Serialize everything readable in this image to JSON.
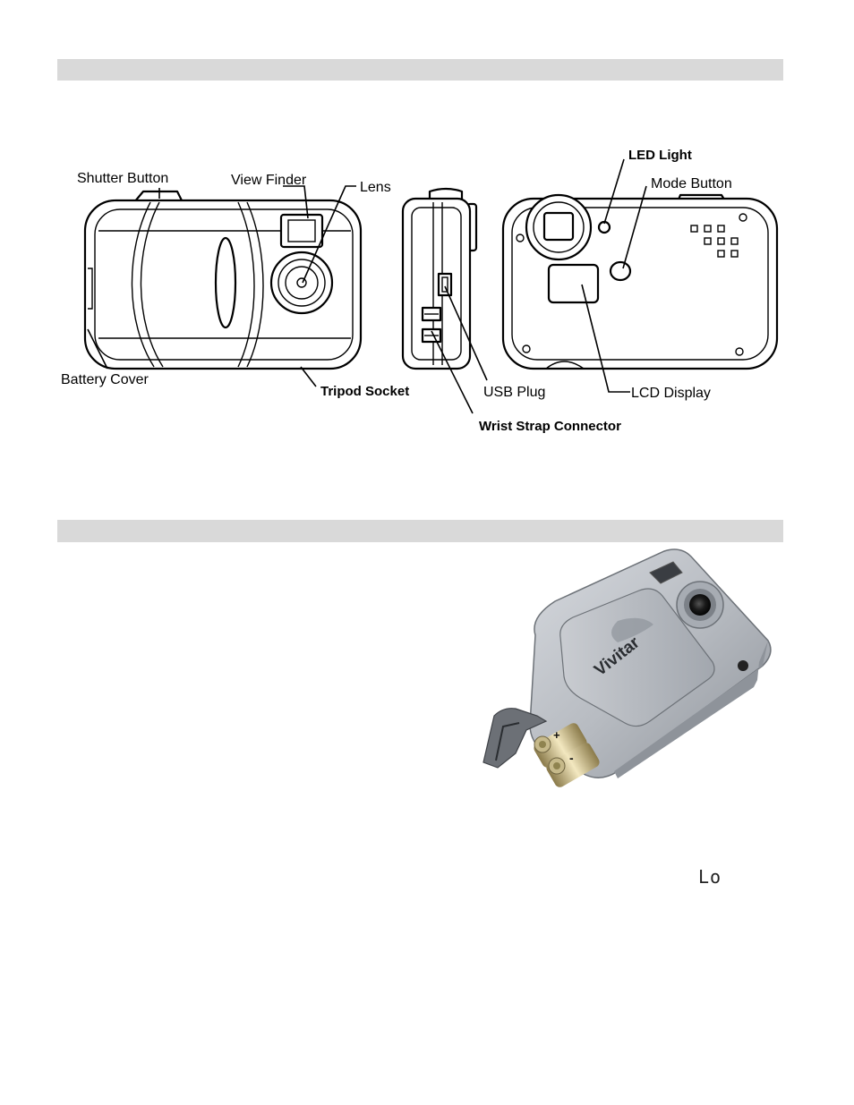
{
  "labels": {
    "shutter_button": "Shutter Button",
    "view_finder": "View Finder",
    "lens": "Lens",
    "battery_cover": "Battery Cover",
    "tripod_socket": "Tripod Socket",
    "usb_plug": "USB Plug",
    "wrist_strap_connector": "Wrist Strap Connector",
    "led_light": "LED Light",
    "mode_button": "Mode Button",
    "lcd_display": "LCD Display"
  },
  "photo": {
    "brand": "Vivitar",
    "plus": "+",
    "minus": "-"
  },
  "low_battery_symbol": "Lo",
  "colors": {
    "section_bar": "#d9d9d9",
    "camera_silver": "#b8bcc2"
  }
}
